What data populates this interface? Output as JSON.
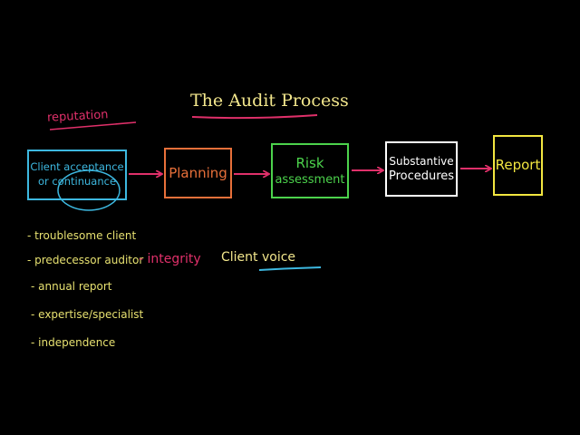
{
  "title": "The Audit Process",
  "annotation_top": "reputation",
  "steps": [
    {
      "line1": "Client acceptance",
      "line2": "or continuance",
      "color": "#3db8e0"
    },
    {
      "line1": "Planning",
      "line2": "",
      "color": "#e8703a"
    },
    {
      "line1": "Risk",
      "line2": "assessment",
      "color": "#4cd34c"
    },
    {
      "line1": "Substantive",
      "line2": "Procedures",
      "color": "#ffffff"
    },
    {
      "line1": "Report",
      "line2": "",
      "color": "#f2e640"
    }
  ],
  "notes": [
    "- troublesome client",
    "- predecessor auditor",
    "- annual report",
    "- expertise/specialist",
    "- independence"
  ],
  "side_notes": {
    "integrity": "- integrity",
    "client_voice": "Client voice"
  },
  "colors": {
    "title": "#f2e68c",
    "title_underline": "#e0306a",
    "arrow": "#e0306a",
    "reputation": "#e0306a",
    "notes": "#e6e070",
    "integrity": "#e0306a",
    "client_voice": "#f2e68c",
    "client_voice_underline": "#3db8e0",
    "circle": "#3db8e0"
  }
}
